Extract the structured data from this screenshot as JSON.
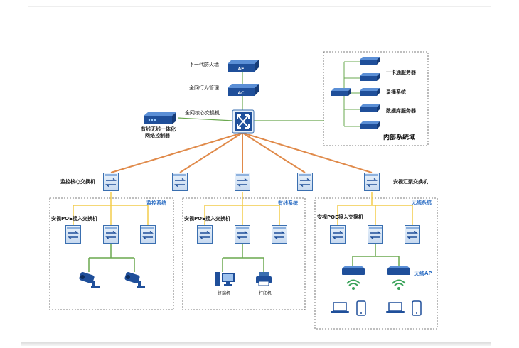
{
  "labels": {
    "firewall": "下一代防火墙",
    "behavior": "全网行为管理",
    "core": "全网核心交换机",
    "wlan_ctrl_1": "有线无线一体化",
    "wlan_ctrl_2": "网络控制器",
    "af": "AF",
    "ac": "AC",
    "card_server": "一卡通服务器",
    "broadcast": "录播系统",
    "db_server": "数据库服务器",
    "internal": "内部系统域",
    "monitor_core": "监控核心交换机",
    "security_agg": "安视汇聚交换机",
    "monitor_sys": "监控系统",
    "wired_sys": "有线系统",
    "wireless_sys": "无线系统",
    "poe1": "安视POE接入交换机",
    "poe2": "安视POE接入交换机",
    "poe3": "安视POE接入交换机",
    "terminal": "终端机",
    "printer": "打印机",
    "wireless_ap": "无线AP"
  },
  "colors": {
    "core_link": "#e08a4a",
    "access_link": "#f2cc4a",
    "edge_link": "#6aa84f",
    "switch_border": "#3a6fb0",
    "label_blue": "#2e6fc4"
  }
}
